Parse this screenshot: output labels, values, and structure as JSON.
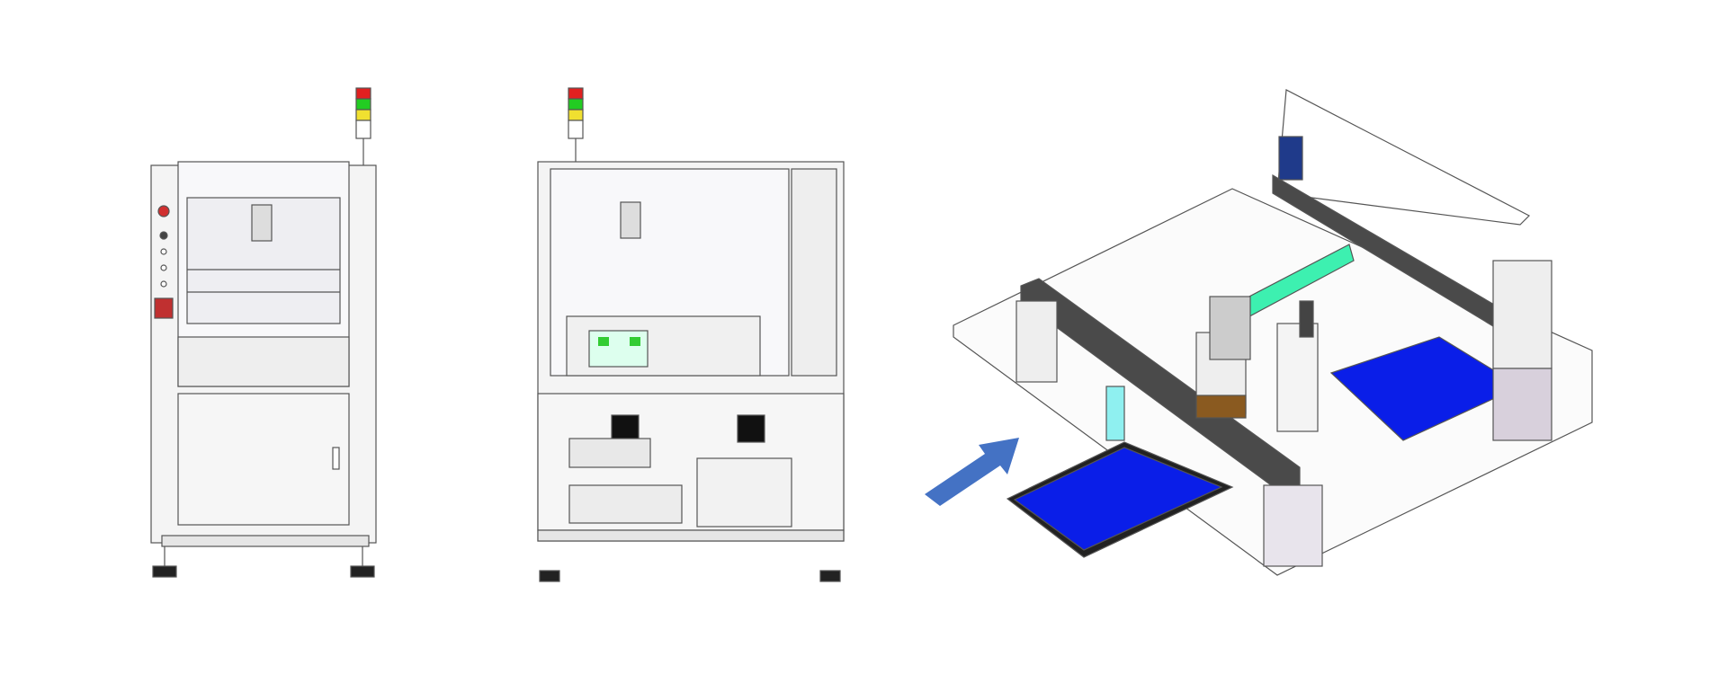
{
  "figure": {
    "views": [
      {
        "id": "front-view",
        "kind": "machine front elevation"
      },
      {
        "id": "side-view",
        "kind": "machine side elevation"
      },
      {
        "id": "isometric-view",
        "kind": "internal mechanism isometric"
      }
    ],
    "colors": {
      "background": "#ffffff",
      "frame": "#f2f2f2",
      "outline": "#555555",
      "rail": "#4a4a4a",
      "panel_blue": "#0a1ee8",
      "belt_green": "#3df0b0",
      "accent_cyan": "#8ff0f0",
      "arrow": "#4472c4",
      "tower_red": "#e02020",
      "tower_green": "#22cc22",
      "tower_yellow": "#f0e030",
      "bracket_blue": "#1f3a8a",
      "block_brown": "#8a5a20"
    },
    "icons": [
      "signal-tower-light",
      "feed-direction-arrow",
      "ventilation-fan"
    ]
  }
}
